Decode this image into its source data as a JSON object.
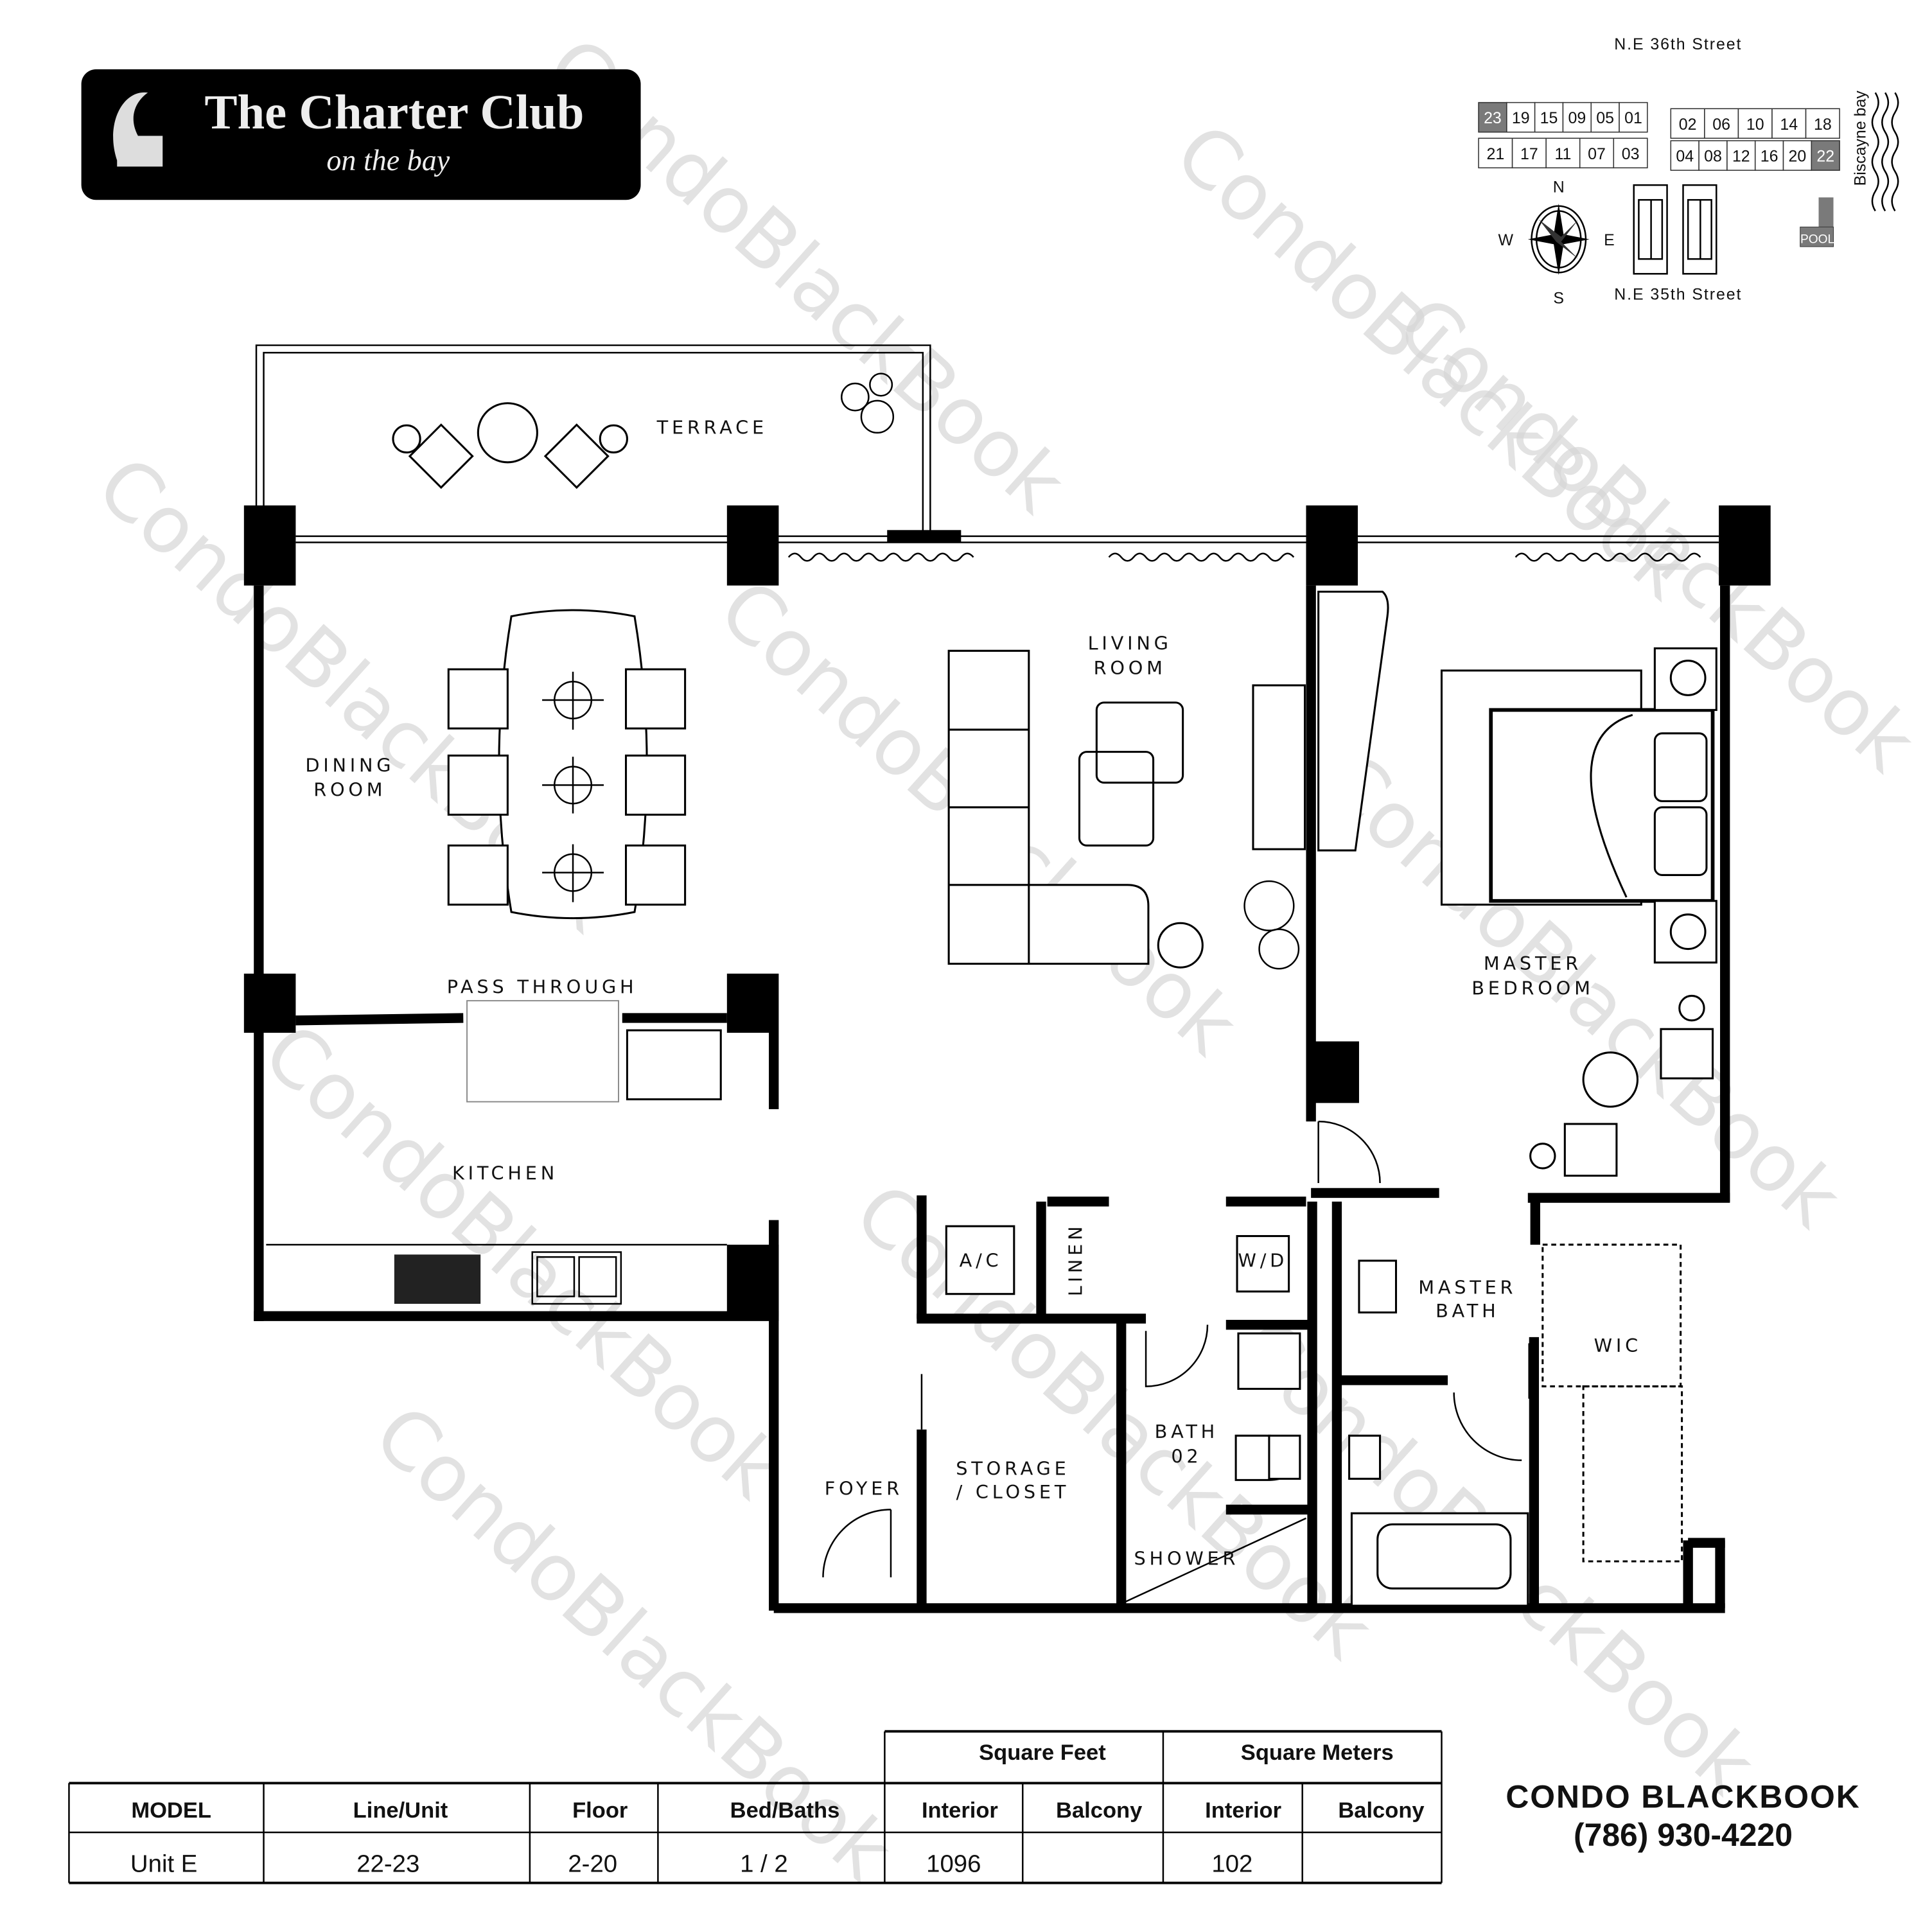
{
  "logo": {
    "title": "The Charter Club",
    "subtitle": "on the bay"
  },
  "site_plan": {
    "north_street": "N.E 36th Street",
    "south_street": "N.E 35th Street",
    "water": "Biscayne bay",
    "pool": "POOL",
    "compass": [
      "N",
      "S",
      "W",
      "E"
    ],
    "north_row_west": [
      "23",
      "19",
      "15",
      "09",
      "05",
      "01"
    ],
    "south_row_west": [
      "21",
      "17",
      "11",
      "07",
      "03"
    ],
    "north_row_east": [
      "02",
      "06",
      "10",
      "14",
      "18"
    ],
    "south_row_east": [
      "04",
      "08",
      "12",
      "16",
      "20",
      "22"
    ],
    "highlighted_units": [
      "23",
      "22"
    ],
    "highlight_color": "#7a7a7a"
  },
  "rooms": {
    "terrace": "TERRACE",
    "living_1": "LIVING",
    "living_2": "ROOM",
    "dining_1": "DINING",
    "dining_2": "ROOM",
    "pass_through": "PASS THROUGH",
    "kitchen": "KITCHEN",
    "master_bedroom_1": "MASTER",
    "master_bedroom_2": "BEDROOM",
    "ac": "A/C",
    "linen": "LINEN",
    "wd": "W/D",
    "master_bath_1": "MASTER",
    "master_bath_2": "BATH",
    "wic": "WIC",
    "bath02_1": "BATH",
    "bath02_2": "02",
    "storage_1": "STORAGE",
    "storage_2": "/ CLOSET",
    "foyer": "FOYER",
    "shower": "SHOWER"
  },
  "table": {
    "group_headers": [
      "Square Feet",
      "Square Meters"
    ],
    "headers": [
      "MODEL",
      "Line/Unit",
      "Floor",
      "Bed/Baths",
      "Interior",
      "Balcony",
      "Interior",
      "Balcony"
    ],
    "row": [
      "Unit E",
      "22-23",
      "2-20",
      "1 / 2",
      "1096",
      "",
      "102",
      ""
    ]
  },
  "brand": {
    "name": "CONDO BLACKBOOK",
    "phone": "(786) 930-4220"
  },
  "watermark": "CondoBlackBook"
}
